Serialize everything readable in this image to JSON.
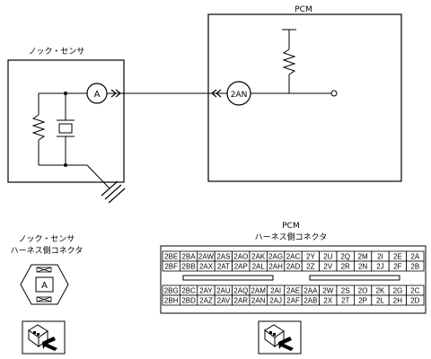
{
  "labels": {
    "pcm_box": "PCM",
    "sensor_box": "ノック・センサ",
    "terminal_a": "A",
    "terminal_2an": "2AN",
    "sensor_connector_line1": "ノック・センサ",
    "sensor_connector_line2": "ハーネス側コネクタ",
    "sensor_connector_pin": "A",
    "pcm_connector_line1": "PCM",
    "pcm_connector_line2": "ハーネス側コネクタ"
  },
  "pcm_connector": {
    "upper_rows": [
      [
        "2BE",
        "2BA",
        "2AW",
        "2AS",
        "2AO",
        "2AK",
        "2AG",
        "2AC",
        "2Y",
        "2U",
        "2Q",
        "2M",
        "2I",
        "2E",
        "2A"
      ],
      [
        "2BF",
        "2BB",
        "2AX",
        "2AT",
        "2AP",
        "2AL",
        "2AH",
        "2AD",
        "2Z",
        "2V",
        "2R",
        "2N",
        "2J",
        "2F",
        "2B"
      ]
    ],
    "lower_rows": [
      [
        "2BG",
        "2BC",
        "2AY",
        "2AU",
        "2AQ",
        "2AM",
        "2AI",
        "2AE",
        "2AA",
        "2W",
        "2S",
        "2O",
        "2K",
        "2G",
        "2C"
      ],
      [
        "2BH",
        "2BD",
        "2AZ",
        "2AV",
        "2AR",
        "2AN",
        "2AJ",
        "2AF",
        "2AB",
        "2X",
        "2T",
        "2P",
        "2L",
        "2H",
        "2D"
      ]
    ]
  }
}
